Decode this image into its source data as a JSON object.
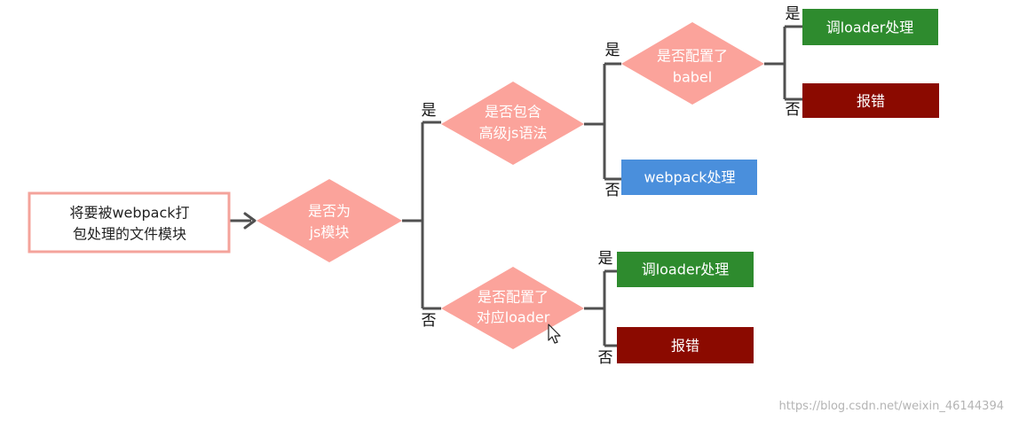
{
  "start": {
    "line1": "将要被webpack打",
    "line2": "包处理的文件模块"
  },
  "d_isjs": {
    "line1": "是否为",
    "line2": "js模块"
  },
  "d_advanced": {
    "line1": "是否包含",
    "line2": "高级js语法"
  },
  "d_babel": {
    "line1": "是否配置了",
    "line2": "babel"
  },
  "d_loader": {
    "line1": "是否配置了",
    "line2": "对应loader"
  },
  "boxes": {
    "babel_yes": "调loader处理",
    "babel_no": "报错",
    "webpack": "webpack处理",
    "loader_yes": "调loader处理",
    "loader_no": "报错"
  },
  "labels": {
    "isjs_yes": "是",
    "isjs_no": "否",
    "adv_yes": "是",
    "adv_no": "否",
    "babel_yes": "是",
    "babel_no": "否",
    "loader_yes": "是",
    "loader_no": "否"
  },
  "watermark": "https://blog.csdn.net/weixin_46144394",
  "colors": {
    "diamond": "#fba39b",
    "start_border": "#f4a39b",
    "green": "#2e8b2e",
    "darkred": "#8b0a00",
    "blue": "#4a8fdc",
    "line": "#505050"
  }
}
